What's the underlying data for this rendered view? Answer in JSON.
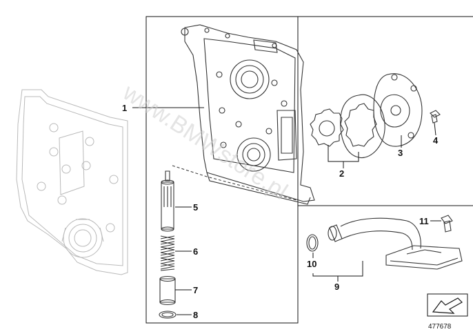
{
  "watermark": "www.BMWstore.pl",
  "catalog_number": "477678",
  "callouts": [
    {
      "id": "1",
      "text": "1"
    },
    {
      "id": "2",
      "text": "2"
    },
    {
      "id": "3",
      "text": "3"
    },
    {
      "id": "4",
      "text": "4"
    },
    {
      "id": "5",
      "text": "5"
    },
    {
      "id": "6",
      "text": "6"
    },
    {
      "id": "7",
      "text": "7"
    },
    {
      "id": "8",
      "text": "8"
    },
    {
      "id": "9",
      "text": "9"
    },
    {
      "id": "10",
      "text": "10"
    },
    {
      "id": "11",
      "text": "11"
    }
  ],
  "colors": {
    "line": "#333333",
    "ghost": "#b9b9b9",
    "watermark": "#cfcfcf"
  },
  "icons": {
    "direction": "direction-arrow-icon"
  }
}
